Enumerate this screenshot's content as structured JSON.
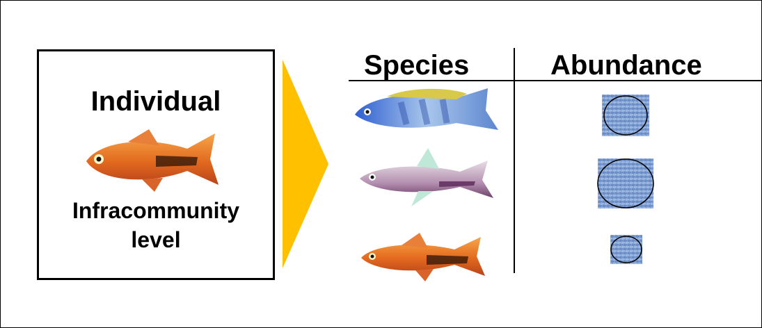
{
  "left_panel": {
    "title": "Individual",
    "caption_line1": "Infracommunity",
    "caption_line2": "level"
  },
  "table": {
    "species_header": "Species",
    "abundance_header": "Abundance",
    "rows": [
      {
        "species_icon": "blue-cichlid-fish",
        "abundance": "medium"
      },
      {
        "species_icon": "silver-purple-fish",
        "abundance": "high"
      },
      {
        "species_icon": "orange-fish",
        "abundance": "low"
      }
    ]
  },
  "colors": {
    "arrow": "#ffc000",
    "abundance_texture": "#7f9fd1"
  }
}
